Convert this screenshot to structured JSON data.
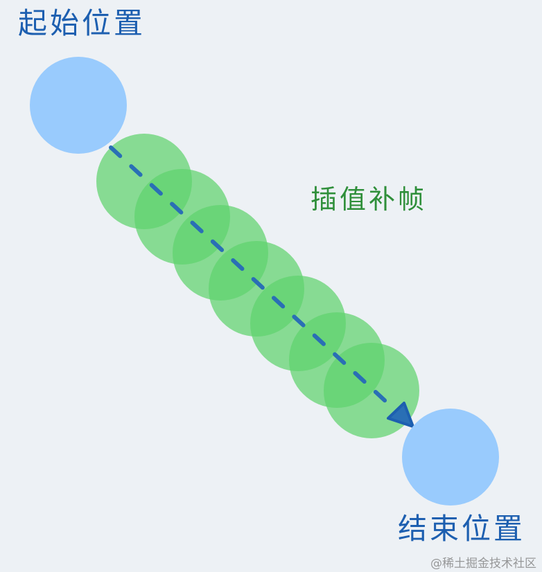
{
  "labels": {
    "start": "起始位置",
    "end": "结束位置",
    "interpolation": "插值补帧"
  },
  "watermark": "@稀土掘金技术社区",
  "colors": {
    "background": "#edf1f5",
    "endpoint_circle": "#99cbfd",
    "interpolated_circle": "#5fd36d",
    "arrow": "#2a6fb5",
    "label_text": "#1d5fb0",
    "interpolation_text": "#2f8f3a"
  },
  "interpolated_frame_count": 7
}
